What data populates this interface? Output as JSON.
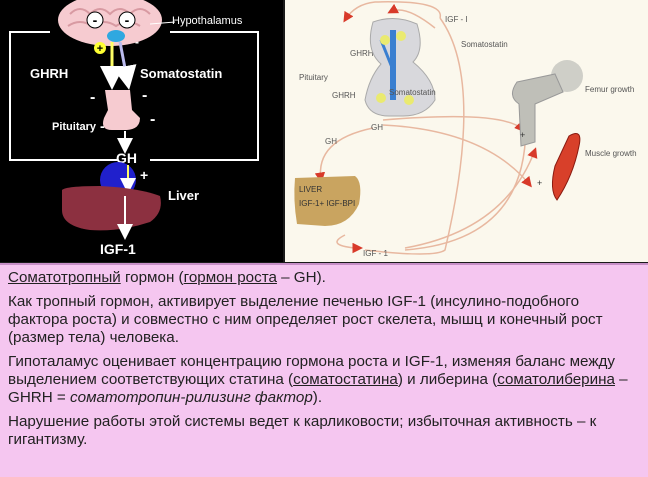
{
  "left_diagram": {
    "hypothalamus": "Hypothalamus",
    "ghrh": "GHRH",
    "somatostatin": "Somatostatin",
    "pituitary": "Pituitary",
    "gh": "GH",
    "liver": "Liver",
    "igf1": "IGF-1",
    "plus": "+",
    "minus": "-"
  },
  "right_diagram": {
    "igf1_top": "IGF - I",
    "somatostatin": "Somatostatin",
    "ghrh_top": "GHRH",
    "pituitary": "Pituitary",
    "ghrh_mid": "GHRH",
    "somatostatin_mid": "Somatostatin",
    "gh_stalk": "GH",
    "gh_side": "GH",
    "liver": "LIVER",
    "liver_product": "IGF-1+ IGF-BPI",
    "igf1_bottom": "IGF - 1",
    "femur": "Femur growth",
    "muscle": "Muscle growth",
    "plus": "+"
  },
  "text": {
    "p1_a": "Соматотропный",
    "p1_b": " гормон (",
    "p1_c": "гормон роста",
    "p1_d": " – GH).",
    "p2": "Как тропный гормон, активирует выделение печенью IGF-1 (инсулино-подобного фактора роста) и совместно с ним определяет рост скелета, мышц и конечный рост (размер тела) человека.",
    "p3_a": "Гипоталамус оценивает концентрацию гормона роста и IGF-1, изменяя баланс между выделением соответствующих статина (",
    "p3_b": "соматостатина",
    "p3_c": ") и либерина (",
    "p3_d": "соматолиберина",
    "p3_e": " – GHRH = ",
    "p3_f": "соматотропин-рилизинг фактор",
    "p3_g": ").",
    "p4": "Нарушение работы этой системы ведет к карликовости; избыточная активность – к гигантизму."
  }
}
